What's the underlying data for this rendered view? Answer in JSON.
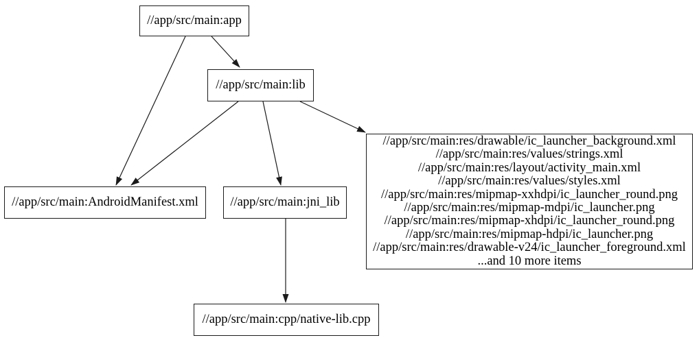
{
  "diagram": {
    "type": "dependency-graph",
    "colors": {
      "background": "#ffffff",
      "node_fill": "#ffffff",
      "node_border": "#1b1b1b",
      "edge_stroke": "#1b1b1b",
      "text": "#000000"
    },
    "nodes": {
      "app": {
        "label": "//app/src/main:app"
      },
      "lib": {
        "label": "//app/src/main:lib"
      },
      "manifest": {
        "label": "//app/src/main:AndroidManifest.xml"
      },
      "jni_lib": {
        "label": "//app/src/main:jni_lib"
      },
      "res_group": {
        "lines": [
          "//app/src/main:res/drawable/ic_launcher_background.xml",
          "//app/src/main:res/values/strings.xml",
          "//app/src/main:res/layout/activity_main.xml",
          "//app/src/main:res/values/styles.xml",
          "//app/src/main:res/mipmap-xxhdpi/ic_launcher_round.png",
          "//app/src/main:res/mipmap-mdpi/ic_launcher.png",
          "//app/src/main:res/mipmap-xhdpi/ic_launcher_round.png",
          "//app/src/main:res/mipmap-hdpi/ic_launcher.png",
          "//app/src/main:res/drawable-v24/ic_launcher_foreground.xml",
          "...and 10 more items"
        ]
      },
      "native_lib": {
        "label": "//app/src/main:cpp/native-lib.cpp"
      }
    },
    "edges": [
      {
        "from": "app",
        "to": "lib"
      },
      {
        "from": "app",
        "to": "manifest"
      },
      {
        "from": "lib",
        "to": "manifest"
      },
      {
        "from": "lib",
        "to": "jni_lib"
      },
      {
        "from": "lib",
        "to": "res_group"
      },
      {
        "from": "jni_lib",
        "to": "native_lib"
      }
    ]
  }
}
